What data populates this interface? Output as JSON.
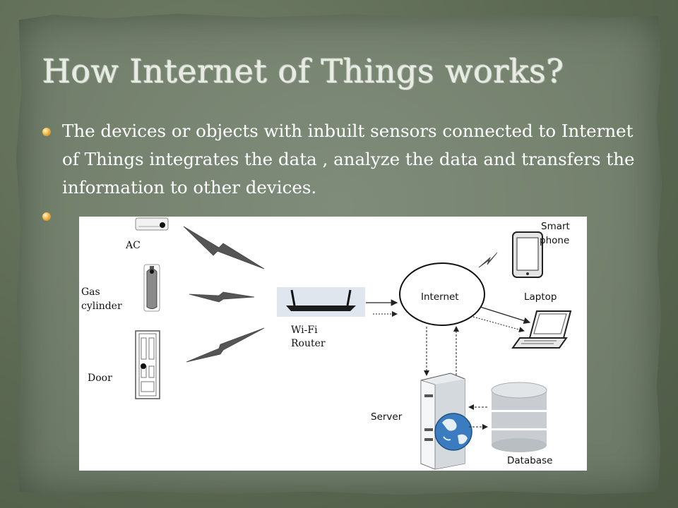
{
  "slide": {
    "title": "How Internet of Things works?",
    "bullets": [
      "The devices or objects with inbuilt sensors connected to Internet of Things  integrates the data , analyze the data and transfers the information to other devices.",
      ""
    ]
  },
  "diagram": {
    "labels": {
      "ac": "AC",
      "gas_line1": "Gas",
      "gas_line2": "cylinder",
      "door": "Door",
      "router_line1": "Wi-Fi",
      "router_line2": "Router",
      "internet": "Internet",
      "smartphone_line1": "Smart",
      "smartphone_line2": "phone",
      "laptop": "Laptop",
      "server": "Server",
      "database": "Database"
    },
    "icons": [
      "air-conditioner-icon",
      "gas-cylinder-icon",
      "door-icon",
      "router-icon",
      "smartphone-icon",
      "laptop-icon",
      "server-icon",
      "globe-icon",
      "database-icon"
    ]
  }
}
